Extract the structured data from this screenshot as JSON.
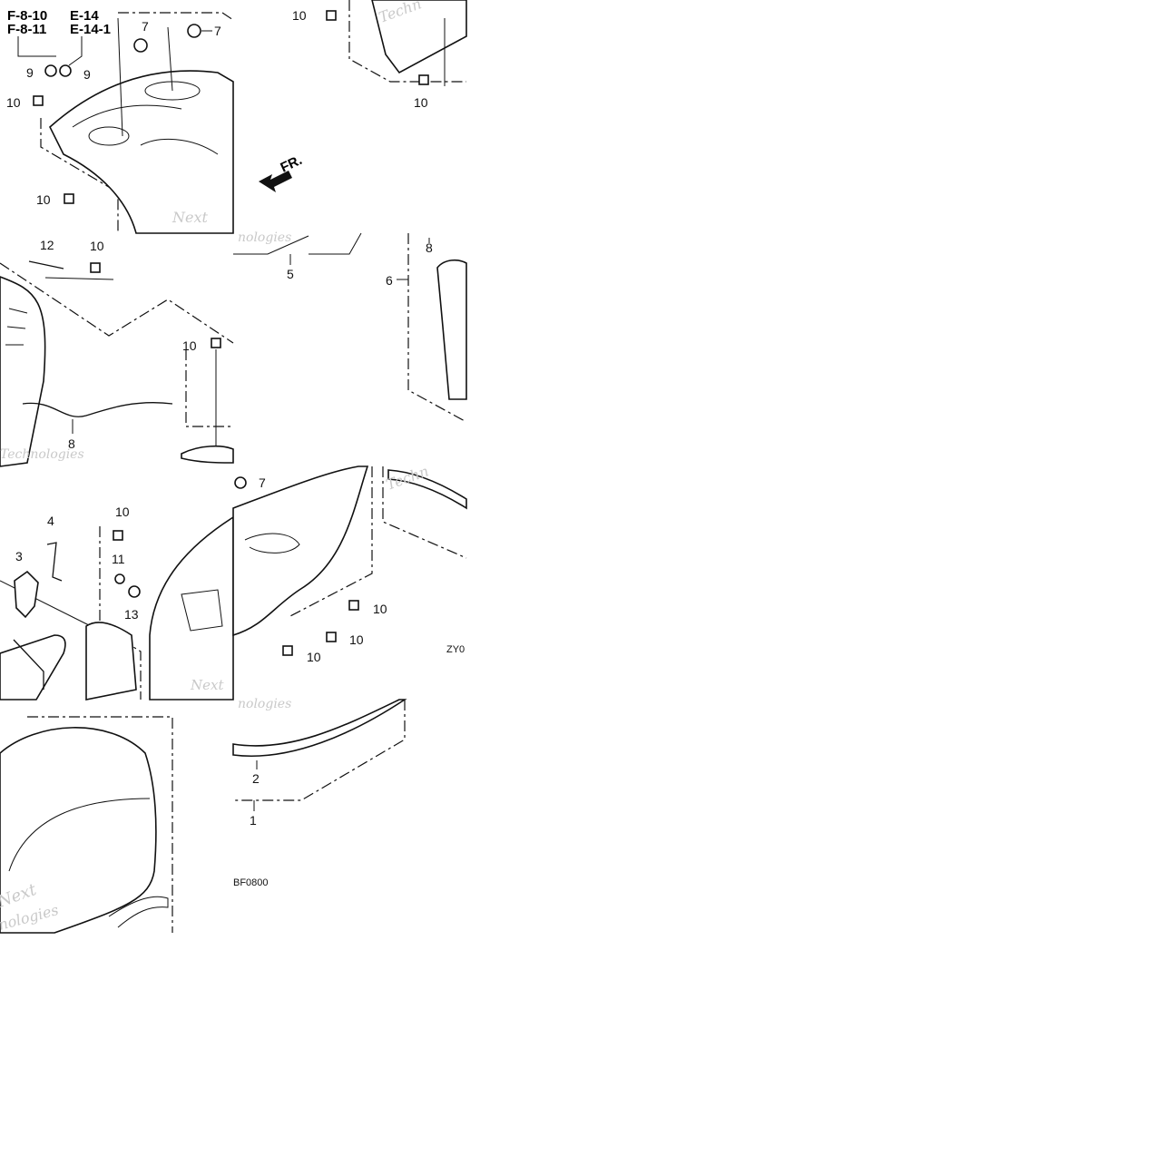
{
  "diagram": {
    "reference_codes": {
      "f810": "F-8-10",
      "f811": "F-8-11",
      "e14": "E-14",
      "e141": "E-14-1"
    },
    "direction_label": "FR.",
    "part_numbers": {
      "p1": "1",
      "p2": "2",
      "p3": "3",
      "p4": "4",
      "p5": "5",
      "p6": "6",
      "p7": "7",
      "p8": "8",
      "p9": "9",
      "p10": "10",
      "p11": "11",
      "p12": "12",
      "p13": "13"
    },
    "codes": {
      "zy": "ZY0",
      "bf": "BF0800"
    },
    "watermark": {
      "next": "Next",
      "tech": "Techn",
      "technologies": "Technologies",
      "nologies": "nologies"
    }
  }
}
